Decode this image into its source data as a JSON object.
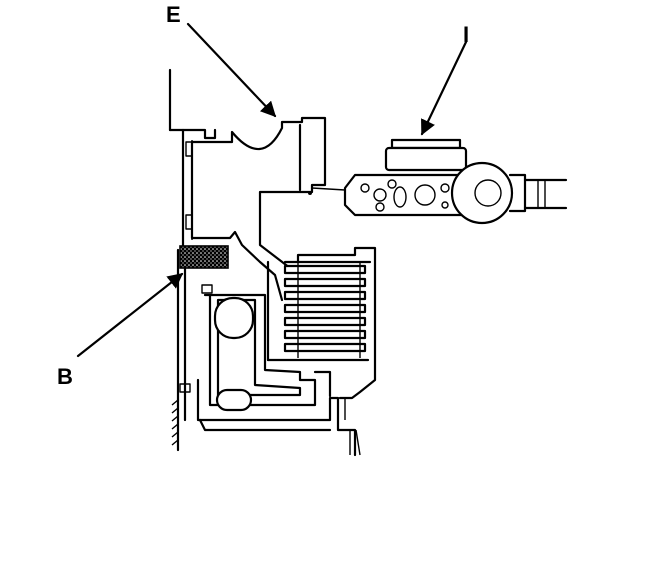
{
  "callouts": {
    "e": "E",
    "i": "I",
    "b": "B"
  },
  "colors": {
    "line": "#000000",
    "background": "#ffffff"
  }
}
